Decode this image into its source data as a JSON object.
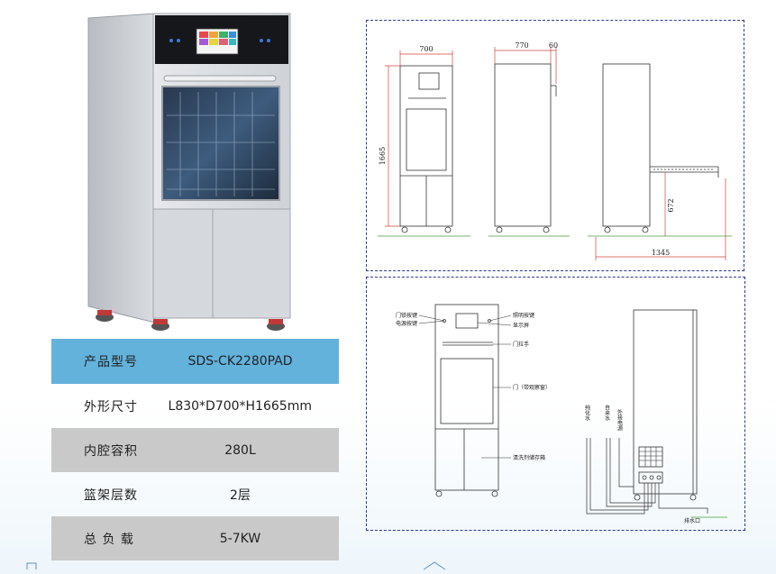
{
  "spec_table": {
    "rows": [
      {
        "label": "产品型号",
        "value": "SDS-CK2280PAD",
        "style": "head"
      },
      {
        "label": "外形尺寸",
        "value": "L830*D700*H1665mm",
        "style": "white"
      },
      {
        "label": "内腔容积",
        "value": "280L",
        "style": "gray"
      },
      {
        "label": "篮架层数",
        "value": "2层",
        "style": "white"
      },
      {
        "label": "总 负 载",
        "value": "5-7KW",
        "style": "gray"
      }
    ]
  },
  "dimension_drawing": {
    "width_label": "700",
    "depth_label": "770",
    "offset_label": "60",
    "height_label": "1665",
    "door_height_label": "672",
    "open_depth_label": "1345"
  },
  "schematic": {
    "callouts_left": [
      "门锁按键",
      "电源按键"
    ],
    "callouts_right": [
      "照明按键",
      "显示屏",
      "门拉手",
      "门（带观察窗）",
      "清洗剂储存箱"
    ],
    "pipe_labels": [
      "纯化水",
      "自来水",
      "外接电源"
    ],
    "drain_label": "排水口"
  },
  "colors": {
    "header_row": "#63b2dc",
    "gray_row": "#c9c9c9",
    "dashed_border": "#2b3b8e",
    "dimension_red": "#d0473f",
    "ground_green": "#4c9a3c"
  }
}
